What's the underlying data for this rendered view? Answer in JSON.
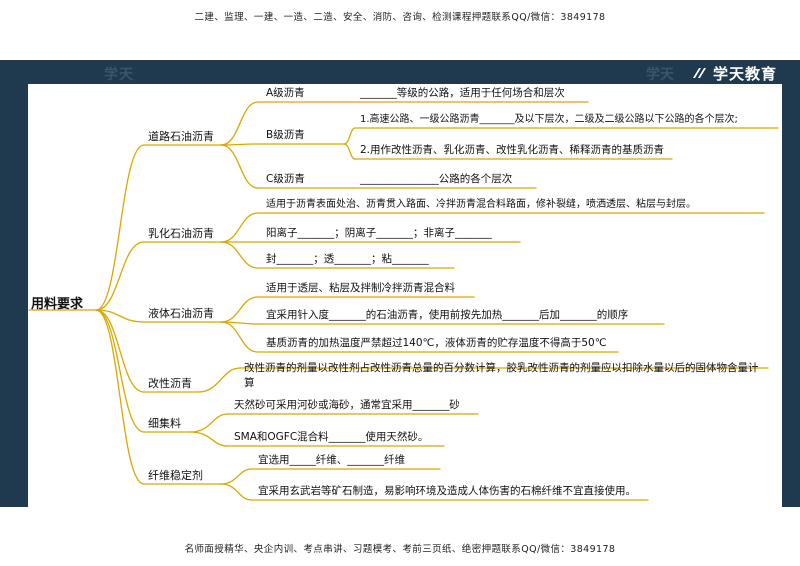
{
  "header": {
    "banner": "二建、监理、一建、一造、二造、安全、消防、咨询、检测课程押题联系QQ/微信：3849178"
  },
  "footer": {
    "banner": "名师面授精华、央企内训、考点串讲、习题模考、考前三页纸、绝密押题联系QQ/微信：3849178"
  },
  "brand": {
    "logo_text": "学天教育",
    "watermark_ghost": "学天",
    "accent": "#1f3a4e",
    "line_color": "#d9a800"
  },
  "mindmap": {
    "root": "用料要求",
    "sections": [
      {
        "label": "道路石油沥青",
        "items": [
          {
            "label": "A级沥青",
            "text": "_______等级的公路，适用于任何场合和层次"
          },
          {
            "label": "B级沥青",
            "subitems": [
              "1.高速公路、一级公路沥青_______及以下层次，二级及二级公路以下公路的各个层次;",
              "2.用作改性沥青、乳化沥青、改性乳化沥青、稀释沥青的基质沥青"
            ]
          },
          {
            "label": "C级沥青",
            "text": "_______________公路的各个层次"
          }
        ]
      },
      {
        "label": "乳化石油沥青",
        "items": [
          {
            "text": "适用于沥青表面处治、沥青贯入路面、冷拌沥青混合料路面，修补裂缝，喷洒透层、粘层与封层。"
          },
          {
            "text": "阳离子_______；阴离子_______；非离子_______"
          },
          {
            "text": "封_______；透_______；粘_______"
          }
        ]
      },
      {
        "label": "液体石油沥青",
        "items": [
          {
            "text": "适用于透层、粘层及拌制冷拌沥青混合料"
          },
          {
            "text": "宜采用针入度_______的石油沥青，使用前按先加热_______后加_______的顺序"
          },
          {
            "text": "基质沥青的加热温度严禁超过140℃，液体沥青的贮存温度不得高于50℃"
          }
        ]
      },
      {
        "label": "改性沥青",
        "items": [
          {
            "text": "改性沥青的剂量以改性剂占改性沥青总量的百分数计算，胶乳改性沥青的剂量应以扣除水量以后的固体物含量计算"
          }
        ]
      },
      {
        "label": "细集料",
        "items": [
          {
            "text": "天然砂可采用河砂或海砂，通常宜采用_______砂"
          },
          {
            "text": "SMA和OGFC混合料_______使用天然砂。"
          }
        ]
      },
      {
        "label": "纤维稳定剂",
        "items": [
          {
            "text": "宜选用_____纤维、_______纤维"
          },
          {
            "text": "宜采用玄武岩等矿石制造，易影响环境及造成人体伤害的石棉纤维不宜直接使用。"
          }
        ]
      }
    ]
  }
}
